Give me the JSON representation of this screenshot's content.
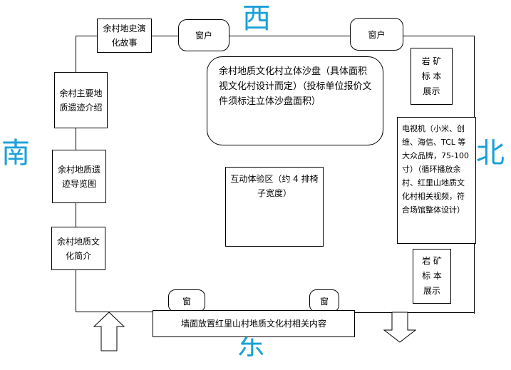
{
  "directions": {
    "west": "西",
    "south": "南",
    "north": "北",
    "east": "东"
  },
  "boxes": {
    "history": "余村地史演化故事",
    "main_sites": "余村主要地质遗迹介绍",
    "guide_map": "余村地质遗迹导览图",
    "culture_intro": "余村地质文化简介",
    "sandtable": "余村地质文化村立体沙盘（具体面积视文化村设计而定）（投标单位报价文件须标注立体沙盘面积）",
    "interactive": "互动体验区（约 4 排椅子宽度）",
    "rock_top": "岩 矿 标 本 展示",
    "tv": "电视机（小米、创维、海信、TCL 等大众品牌，75-100 寸）（循环播放余村、红里山地质文化村相关视频，符合场馆整体设计）",
    "rock_bottom": "岩 矿 标 本 展示",
    "wall": "墙面放置红里山村地质文化村相关内容"
  },
  "windows": {
    "top_left": "窗户",
    "top_right": "窗户",
    "bottom_left": "窗",
    "bottom_right": "窗"
  },
  "colors": {
    "direction": "#1aa1d8",
    "line": "#000000"
  }
}
